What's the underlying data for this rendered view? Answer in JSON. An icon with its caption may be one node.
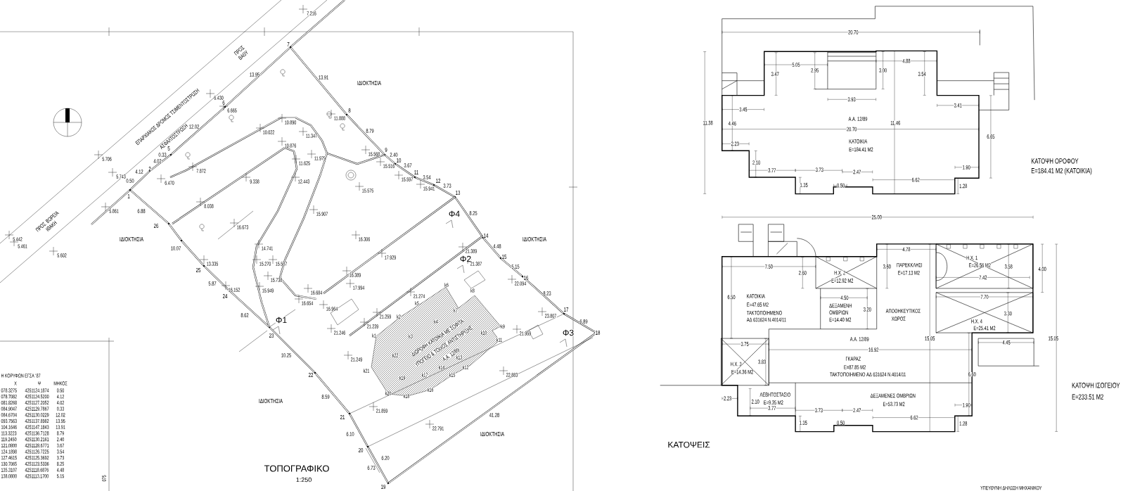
{
  "diagram": {
    "labels": [
      "ΠΡΟΣ ΒΑΘΥ",
      "ΕΠΑΡΧΙΑΚΟΣ ΔΡΟΜΟΣ ΤΣΙΜΕΝΤΟΣΤΡΩΣΗ",
      "ΑΣΦΑΛΤΟΣΤΡΩΣΗ",
      "ΠΡΟΣ ΒΟΡΕΙΑ ΙΘΑΚΗ",
      "ΙΔΙΟΚΤΗΣΙΑ",
      "ΙΔΙΟΚΤΗΣΙΑ",
      "ΙΔΙΟΚΤΗΣΙΑ",
      "ΙΔΙΟΚΤΗΣΙΑ",
      "ΙΔΙΟΚΤΗΣΙΑ",
      "1",
      "2",
      "5",
      "6",
      "7",
      "8",
      "9",
      "10",
      "11",
      "12",
      "13",
      "14",
      "15",
      "16",
      "17",
      "18",
      "19",
      "20",
      "21",
      "22",
      "23",
      "24",
      "25",
      "26",
      "0.50",
      "4.12",
      "4.02",
      "0.33",
      "12.02",
      "13.95",
      "13.91",
      "8.79",
      "2.40",
      "3.67",
      "3.54",
      "3.73",
      "8.25",
      "4.48",
      "5.15",
      "8.23",
      "6.89",
      "41.28",
      "6.20",
      "6.73",
      "6.10",
      "8.59",
      "10.25",
      "8.62",
      "5.87",
      "10.07",
      "6.88",
      "Φ1",
      "Φ2",
      "Φ3",
      "Φ4",
      "7.216",
      "6.430",
      "6.665",
      "5.706",
      "5.743",
      "5.861",
      "5.442",
      "5.461",
      "5.602",
      "6.470",
      "7.872",
      "9.338",
      "8.038",
      "16.673",
      "10.022",
      "10.890",
      "10.876",
      "11.347",
      "11.979",
      "11.625",
      "12.443",
      "11.888",
      "15.907",
      "16.306",
      "15.575",
      "15.568",
      "15.516",
      "15.597",
      "15.941",
      "17.929",
      "21.389",
      "21.387",
      "16.389",
      "17.994",
      "16.684",
      "16.654",
      "16.964",
      "21.274",
      "21.259",
      "21.239",
      "21.246",
      "21.249",
      "21.859",
      "22.791",
      "22.883",
      "21.959",
      "23.807",
      "22.094",
      "14.741",
      "15.270",
      "15.587",
      "15.738",
      "15.949",
      "13.335",
      "16.152",
      "ΔΙΩΡΟΦΗ ΚΑΤΟΙΚΙΑ ΜΕ ΣΟΦΙΤΑ",
      "ΥΠΟΓΕΙΟ & ΤΟΙΧΟΣ ΑΝΤΙΣΤΗΡΙΞΗΣ",
      "Α.Α. 12/89",
      "k1",
      "k2",
      "k3",
      "k4",
      "k5",
      "k6",
      "k7",
      "k8",
      "k9",
      "k10",
      "k11",
      "k12",
      "k13",
      "k14",
      "k15",
      "k16",
      "k17",
      "k18",
      "k19",
      "k20",
      "k21",
      "k22",
      "ΤΟΠΟΓΡΑΦΙΚΟ",
      "1:250",
      "Η ΚΟΡΥΦΩΝ ΕΓΣΑ '87",
      "Χ",
      "Ψ",
      "ΜΗΚΟΣ",
      "078.3275",
      "4251124.1874",
      "0.50",
      "078.7082",
      "4251124.5200",
      "4.12",
      "081.8268",
      "4251127.2052",
      "4.02",
      "084.9047",
      "4251129.7867",
      "0.33",
      "084.6704",
      "4251130.0229",
      "12.02",
      "093.7563",
      "4251137.8982",
      "13.95",
      "104.1646",
      "4251147.1843",
      "13.91",
      "113.3223",
      "4251136.7128",
      "8.79",
      "119.2450",
      "4251130.2161",
      "2.40",
      "121.0800",
      "4251128.6771",
      "3.67",
      "124.1898",
      "4251126.7225",
      "3.54",
      "127.4615",
      "4251125.3692",
      "3.73",
      "130.7065",
      "4251123.5336",
      "8.25",
      "135.3107",
      "4251118.6876",
      "4.48",
      "138.0800",
      "4251113.1700",
      "5.15",
      "075",
      "20.70",
      "5.05",
      "2.95",
      "3.00",
      "4.88",
      "3.47",
      "3.54",
      "3.93",
      "3.45",
      "3.41",
      "Α.Α. 12/89",
      "11.38",
      "4.46",
      "11.46",
      "20.70",
      "ΚΑΤΟΙΚΙΑ",
      "E=184.41 M2",
      "6.65",
      "2.23",
      "2.10",
      "3.77",
      "3.73",
      "2.47",
      "1.90",
      "6.62",
      "1.35",
      "0.50",
      "1.28",
      "ΚΑΤΟΨΗ ΟΡΟΦΟΥ",
      "E=184.41 M2 (ΚΑΤΟΙΚΙΑ)",
      "25.00",
      "4.78",
      "Η.Χ. 1",
      "7.50",
      "3.60",
      "ΠΑΡΕΚΚΛΗΣΙ",
      "E=26.56 M2",
      "3.58",
      "4.00",
      "2.60",
      "Η.Χ. 2",
      "E=17.13 M2",
      "E=12.92 M2",
      "7.42",
      "6.50",
      "ΚΑΤΟΙΚΙΑ",
      "4.50",
      "7.70",
      "E=47.65 M2",
      "ΔΕΞΑΜΕΝΗ",
      "ΤΑΚΤΟΠΟΙΗΜΕΝΟ",
      "ΟΜΒΡΙΩΝ",
      "3.20",
      "ΑΠΟΘΗΚΕΥΤΙΚΟΣ",
      "3.30",
      "ΑΔ 631624 Ν.4014/11",
      "E=14.40 M2",
      "ΧΩΡΟΣ",
      "Η.Χ. 4",
      "E=25.41 M2",
      "3.75",
      "Α.Α. 12/89",
      "15.05",
      "4.45",
      "15.05",
      "16.92",
      "Η.Χ. 3",
      "3.83",
      "ΓΚΑΡΑΖ",
      "E=14.36 M2",
      "E=87.85 M2",
      "ΤΑΚΤΟΠΟΙΗΜΕΝΟ ΑΔ 631624 Ν.4014/11",
      "6.60",
      "ΚΑΤΟΨΗ ΙΣΟΓΕΙΟΥ",
      "2.23",
      "ΛΕΒΗΤΟΣΤΑΣΙΟ",
      "ΔΕΞΑΜΕΝΕΣ ΟΜΒΡΙΩΝ",
      "E=233.51 M2",
      "2.10",
      "E=9.35 M2",
      "E=53.73 M2",
      "1.90",
      "3.77",
      "3.73",
      "2.47",
      "6.62",
      "1.35",
      "0.50",
      "1.28",
      "ΚΑΤΟΨΕΙΣ",
      "ΥΠΕΥΘΥΝΗ ΔΗΛΩΣΗ ΜΗΧΑΝΙΚΟΥ"
    ]
  }
}
